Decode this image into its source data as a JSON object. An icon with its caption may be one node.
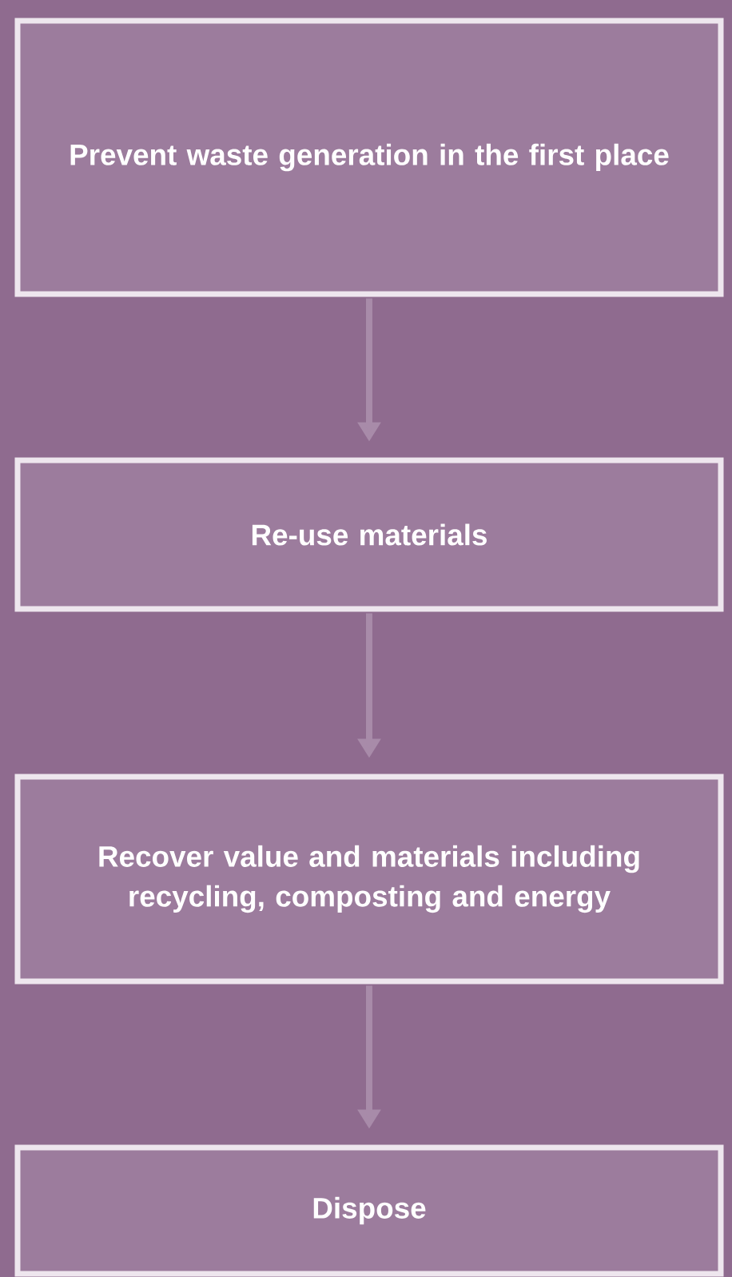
{
  "diagram": {
    "nodes": [
      {
        "text": [
          "Prevent waste generation in the first place"
        ]
      },
      {
        "text": [
          "Re-use materials"
        ]
      },
      {
        "text": [
          "Recover value and materials including recycling, composting and energy"
        ]
      },
      {
        "text": [
          "Dispose"
        ]
      }
    ],
    "edges": [
      {
        "from": 0,
        "to": 1,
        "arrow": "to"
      },
      {
        "from": 1,
        "to": 2,
        "arrow": "to"
      },
      {
        "from": 2,
        "to": 3,
        "arrow": "to"
      }
    ]
  }
}
